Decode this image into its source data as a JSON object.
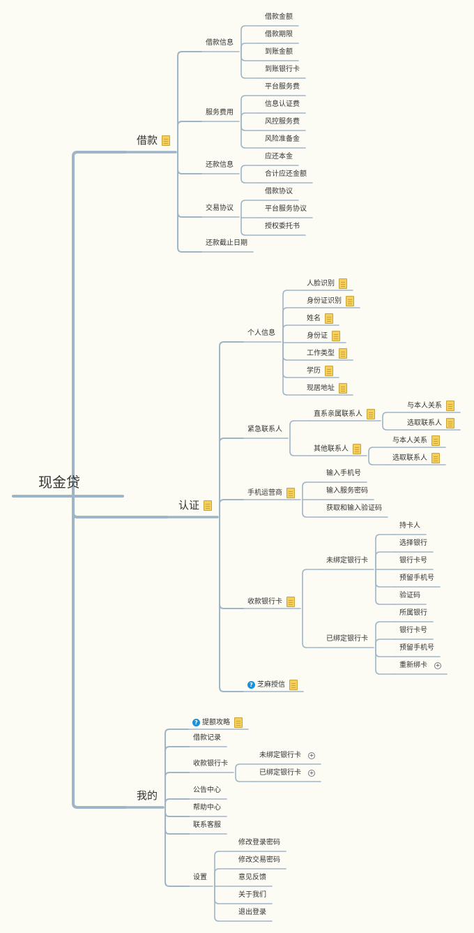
{
  "root": {
    "label": "现金贷",
    "children": [
      {
        "label": "借款",
        "note": true,
        "children": [
          {
            "label": "借款信息",
            "children": [
              {
                "label": "借款金额"
              },
              {
                "label": "借款期限"
              },
              {
                "label": "到账金额"
              },
              {
                "label": "到账银行卡"
              }
            ]
          },
          {
            "label": "服务费用",
            "children": [
              {
                "label": "平台服务费"
              },
              {
                "label": "信息认证费"
              },
              {
                "label": "风控服务费"
              },
              {
                "label": "风险准备金"
              }
            ]
          },
          {
            "label": "还款信息",
            "children": [
              {
                "label": "应还本金"
              },
              {
                "label": "合计应还金额"
              }
            ]
          },
          {
            "label": "交易协议",
            "children": [
              {
                "label": "借款协议"
              },
              {
                "label": "平台服务协议"
              },
              {
                "label": "授权委托书"
              }
            ]
          },
          {
            "label": "还款截止日期"
          }
        ]
      },
      {
        "label": "认证",
        "note": true,
        "children": [
          {
            "label": "个人信息",
            "children": [
              {
                "label": "人脸识别",
                "note": true
              },
              {
                "label": "身份证识别",
                "note": true
              },
              {
                "label": "姓名",
                "note": true
              },
              {
                "label": "身份证",
                "note": true
              },
              {
                "label": "工作类型",
                "note": true
              },
              {
                "label": "学历",
                "note": true
              },
              {
                "label": "现居地址",
                "note": true
              }
            ]
          },
          {
            "label": "紧急联系人",
            "children": [
              {
                "label": "直系亲属联系人",
                "note": true,
                "children": [
                  {
                    "label": "与本人关系",
                    "note": true
                  },
                  {
                    "label": "选取联系人",
                    "note": true
                  }
                ]
              },
              {
                "label": "其他联系人",
                "note": true,
                "children": [
                  {
                    "label": "与本人关系",
                    "note": true
                  },
                  {
                    "label": "选取联系人",
                    "note": true
                  }
                ]
              }
            ]
          },
          {
            "label": "手机运营商",
            "note": true,
            "children": [
              {
                "label": "输入手机号"
              },
              {
                "label": "输入服务密码"
              },
              {
                "label": "获取和输入验证码"
              }
            ]
          },
          {
            "label": "收款银行卡",
            "note": true,
            "children": [
              {
                "label": "未绑定银行卡",
                "children": [
                  {
                    "label": "持卡人"
                  },
                  {
                    "label": "选择银行"
                  },
                  {
                    "label": "银行卡号"
                  },
                  {
                    "label": "预留手机号"
                  },
                  {
                    "label": "验证码"
                  }
                ]
              },
              {
                "label": "已绑定银行卡",
                "children": [
                  {
                    "label": "所属银行"
                  },
                  {
                    "label": "银行卡号"
                  },
                  {
                    "label": "预留手机号"
                  },
                  {
                    "label": "重新绑卡",
                    "collapsed": true
                  }
                ]
              }
            ]
          },
          {
            "label": "芝麻授信",
            "help": true,
            "note": true
          }
        ]
      },
      {
        "label": "我的",
        "children": [
          {
            "label": "提额攻略",
            "help": true,
            "note": true
          },
          {
            "label": "借款记录"
          },
          {
            "label": "收款银行卡",
            "children": [
              {
                "label": "未绑定银行卡",
                "collapsed": true
              },
              {
                "label": "已绑定银行卡",
                "collapsed": true
              }
            ]
          },
          {
            "label": "公告中心"
          },
          {
            "label": "帮助中心"
          },
          {
            "label": "联系客服"
          },
          {
            "label": "设置",
            "children": [
              {
                "label": "修改登录密码"
              },
              {
                "label": "修改交易密码"
              },
              {
                "label": "意见反馈"
              },
              {
                "label": "关于我们"
              },
              {
                "label": "退出登录"
              }
            ]
          }
        ]
      }
    ]
  },
  "colors": {
    "branch": "#9eb4c7",
    "background": "#fcfbf4",
    "note": "#f6cf5b",
    "help": "#1d8fd6"
  }
}
